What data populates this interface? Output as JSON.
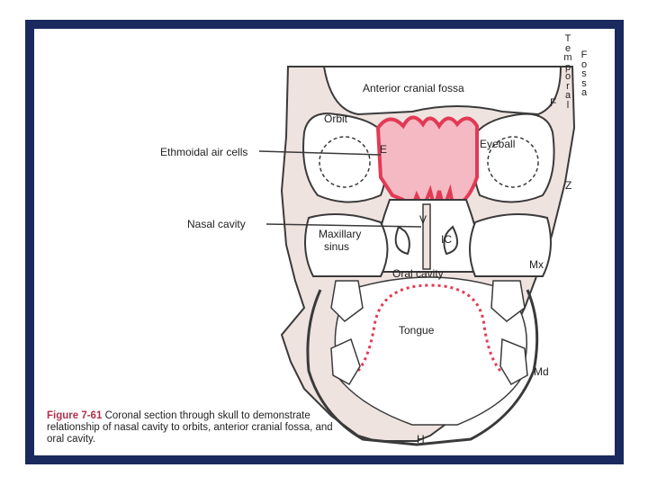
{
  "labels": {
    "anterior_cranial_fossa": "Anterior cranial fossa",
    "orbit": "Orbit",
    "eyeball": "Eyeball",
    "ethmoidal_air_cells": "Ethmoidal air cells",
    "E": "E",
    "nasal_cavity": "Nasal cavity",
    "maxillary_sinus_line1": "Maxillary",
    "maxillary_sinus_line2": "sinus",
    "V": "V",
    "IC": "IC",
    "oral_cavity": "Oral cavity",
    "tongue": "Tongue",
    "F": "F",
    "Z": "Z",
    "Mx": "Mx",
    "Md": "Md",
    "H": "H"
  },
  "temporal_fossa": {
    "word1": "Temporal",
    "word2": "Fossa"
  },
  "caption": {
    "figure_label": "Figure 7-61",
    "text": "Coronal section through skull to demonstrate relationship of nasal cavity to orbits, anterior cranial fossa, and oral cavity."
  },
  "colors": {
    "frame": "#1a2a5e",
    "bone_fill": "#efe3e0",
    "ethmoid_red": "#e23a55",
    "line": "#3a3a3a"
  }
}
